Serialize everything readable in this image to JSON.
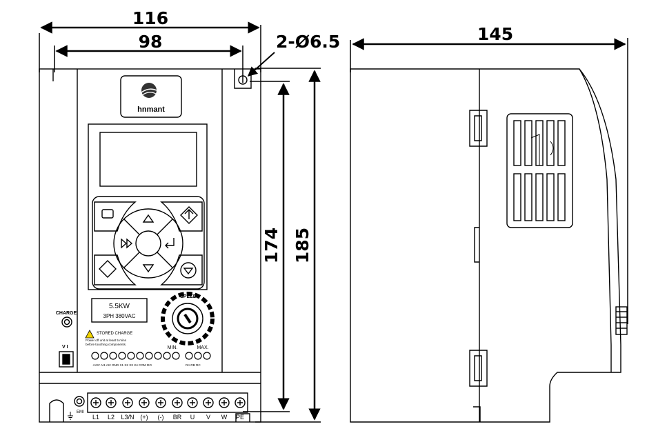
{
  "dimensions": {
    "overall_width": "116",
    "mounting_width": "98",
    "mount_holes": "2-Ø6.5",
    "depth": "145",
    "mounting_height": "174",
    "overall_height": "185"
  },
  "front_panel": {
    "brand": "hnmant",
    "rating_power": "5.5KW",
    "rating_supply": "3PH 380VAC",
    "speed_label": "SPEED",
    "min_label": "MIN.",
    "max_label": "MAX.",
    "charge_label": "CHARGE",
    "warning_title": "STORED CHARGE",
    "warning_line1": "Power off unit at least 5 mins",
    "warning_line2": "before touching components.",
    "control_terminals": "+10V AI1 AI2 GND X1 X2 X3 X4 COM DO",
    "relay_terminals": "RA RB RC",
    "vi_label": "V   I",
    "emi_label": "EMI",
    "power_terminals": [
      "L1",
      "L2",
      "L3/N",
      "(+)",
      "(-)",
      "BR",
      "U",
      "V",
      "W",
      "PE"
    ]
  },
  "icons": [
    "program-key-icon",
    "up-arrow-icon",
    "shift-key-icon",
    "enter-key-icon",
    "down-arrow-icon",
    "run-key-icon",
    "stop-key-icon",
    "warning-icon",
    "ground-icon",
    "speed-knob-icon"
  ]
}
